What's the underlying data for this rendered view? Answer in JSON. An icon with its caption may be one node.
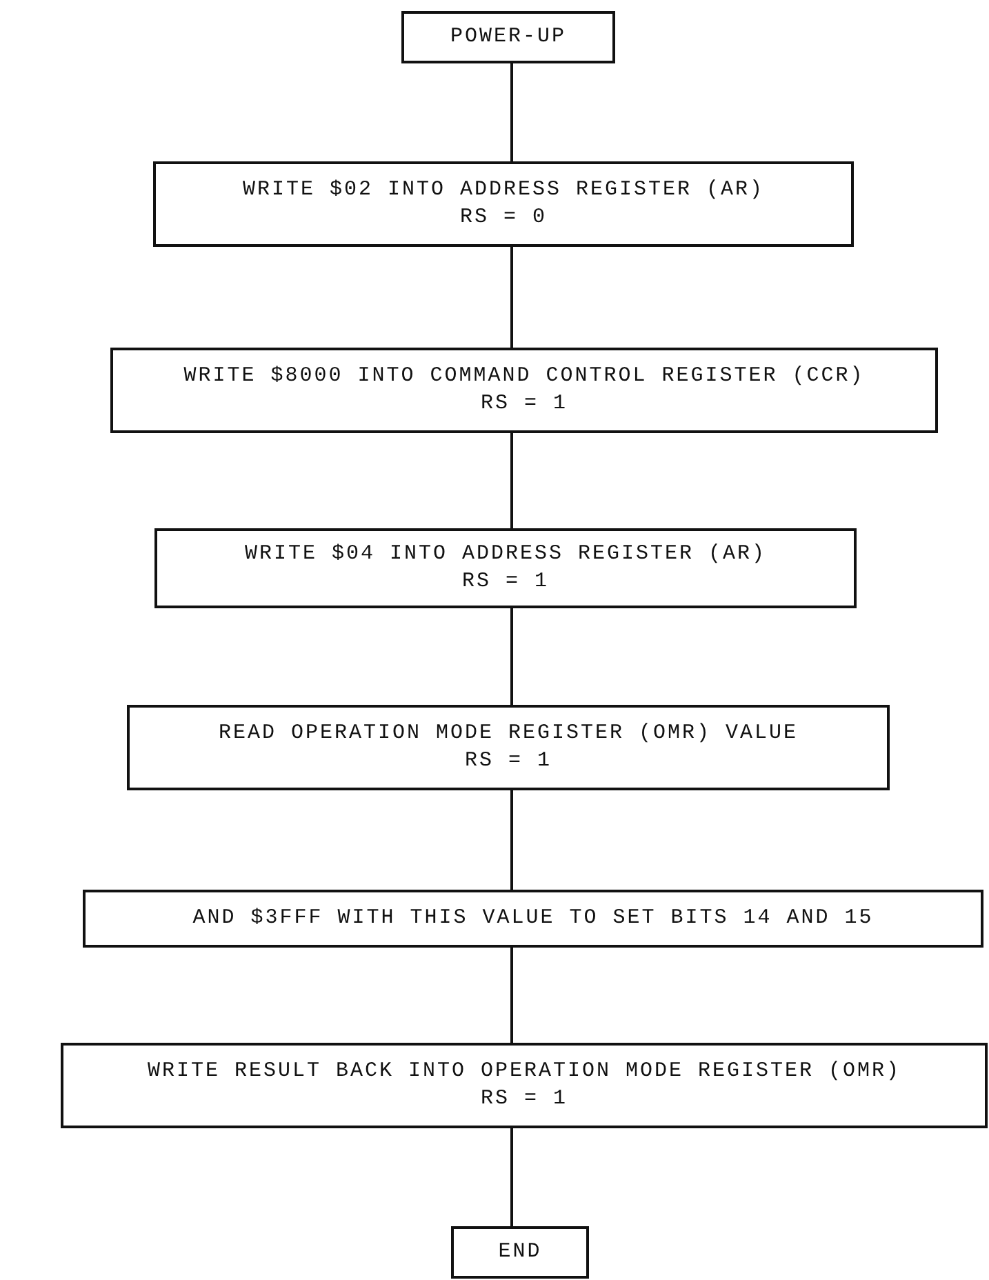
{
  "diagram": {
    "nodes": [
      {
        "text": [
          "POWER-UP"
        ]
      },
      {
        "text": [
          "WRITE $02 INTO ADDRESS REGISTER (AR)",
          "RS = 0"
        ]
      },
      {
        "text": [
          "WRITE $8000 INTO COMMAND CONTROL REGISTER (CCR)",
          "RS = 1"
        ]
      },
      {
        "text": [
          "WRITE $04 INTO ADDRESS REGISTER (AR)",
          "RS = 1"
        ]
      },
      {
        "text": [
          "READ OPERATION MODE REGISTER (OMR) VALUE",
          "RS = 1"
        ]
      },
      {
        "text": [
          "AND $3FFF WITH THIS VALUE TO SET BITS 14 AND 15"
        ]
      },
      {
        "text": [
          "WRITE RESULT BACK INTO OPERATION MODE REGISTER (OMR)",
          "RS = 1"
        ]
      },
      {
        "text": [
          "END"
        ]
      }
    ],
    "edges": [
      {
        "from": 0,
        "to": 1,
        "arrow": "none"
      },
      {
        "from": 1,
        "to": 2,
        "arrow": "none"
      },
      {
        "from": 2,
        "to": 3,
        "arrow": "none"
      },
      {
        "from": 3,
        "to": 4,
        "arrow": "none"
      },
      {
        "from": 4,
        "to": 5,
        "arrow": "none"
      },
      {
        "from": 5,
        "to": 6,
        "arrow": "none"
      },
      {
        "from": 6,
        "to": 7,
        "arrow": "none"
      }
    ]
  }
}
